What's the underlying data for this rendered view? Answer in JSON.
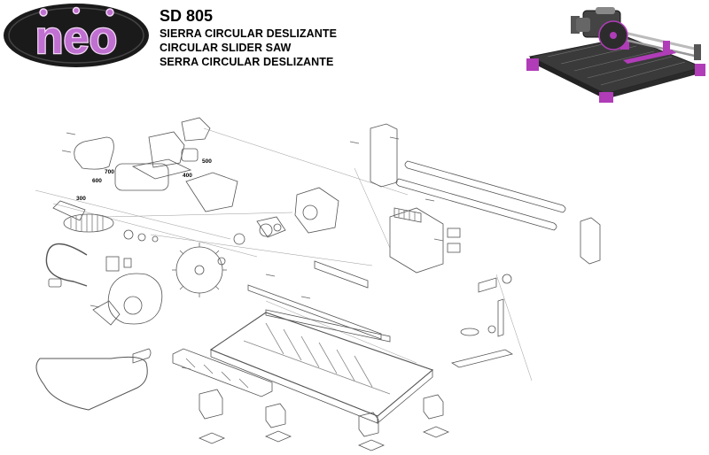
{
  "brand": {
    "logo_text": "neo"
  },
  "header": {
    "model": "SD 805",
    "subtitles": [
      "SIERRA CIRCULAR DESLIZANTE",
      "CIRCULAR SLIDER SAW",
      "SERRA CIRCULAR DESLIZANTE"
    ]
  },
  "diagram": {
    "dimension_labels": [
      "700",
      "600",
      "500",
      "400",
      "300"
    ]
  },
  "colors": {
    "logo_bg": "#1a1a1a",
    "logo_text": "#c070d0",
    "accent": "#b03cb8",
    "line": "#555555"
  }
}
